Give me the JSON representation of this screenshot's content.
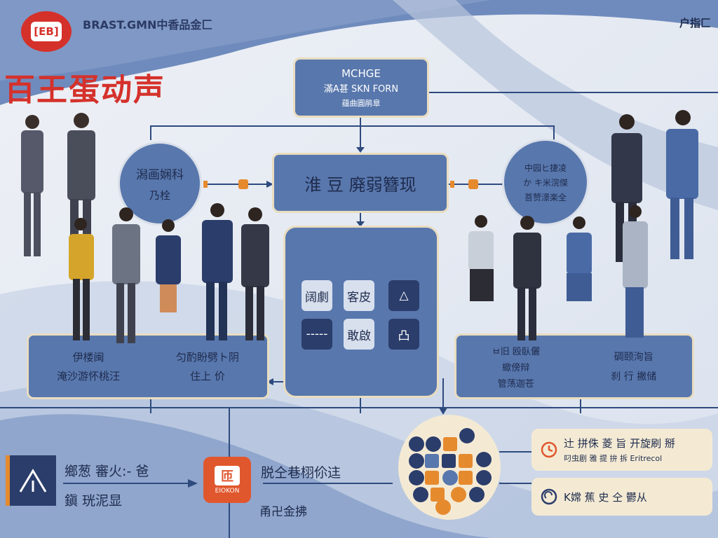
{
  "colors": {
    "accent_blue": "#5877ad",
    "dark_navy": "#1e2b4d",
    "brand_red": "#d5312b",
    "accent_orange": "#e68a2e",
    "cream": "#f4ead4"
  },
  "header": {
    "logo_text": "[EB]",
    "brand": "BRAST.GMN中香品金匚",
    "top_right": "户指匚",
    "main_title": "百王蛋动声"
  },
  "diagram": {
    "top_box": {
      "line1": "MCHGE",
      "line2": "滿A甚 SKN FORN",
      "line3": "蕴曲圓鹃臯"
    },
    "left_circle": {
      "line1": "潟画娴科",
      "line2": "乃栓"
    },
    "center_box": "淮 豆 廃弱簪现",
    "right_circle": {
      "line1": "中园ヒ捷凌",
      "line2": "か キ米浣傑",
      "line3": "菩赞澋楽全"
    },
    "center_panel_tiles": [
      "阔劇",
      "客皮",
      "△",
      "-----",
      "敢啟",
      "凸"
    ],
    "left_lower_box": {
      "left": {
        "line1": "伊楼闽",
        "line2": "淹沙游怀桃汪"
      },
      "right": {
        "line1": "匀酌盼劈ト阴",
        "line2": "住上 价"
      }
    },
    "right_lower_box": {
      "left": {
        "line1": "ㅂ旧 殴臥儷",
        "line2": "蠍傍辩",
        "line3": "管荡迦苍"
      },
      "right": {
        "line1": "碉颐洵旨",
        "line2": "刹 行  撇储"
      }
    },
    "bottom_left": {
      "line1": "鄉葱 審火:- 爸",
      "line2": "鎭 珖泥显"
    },
    "bottom_logo": {
      "glyph": "匝",
      "label": "EIOKON"
    },
    "bottom_center": {
      "line1": "脱仝巷栩伱迬",
      "line2": "甬卍金拂"
    },
    "right_cards": [
      {
        "line1": "辻 拼侏 菱 旨 开旋刷 掰",
        "line2": "叼虫剧 雅 提 拚 拆 Eritrecol",
        "icon": "clock-icon"
      },
      {
        "line1": "K嫦 蕉 史 仝 鬱从",
        "icon": "refresh-icon"
      }
    ]
  }
}
